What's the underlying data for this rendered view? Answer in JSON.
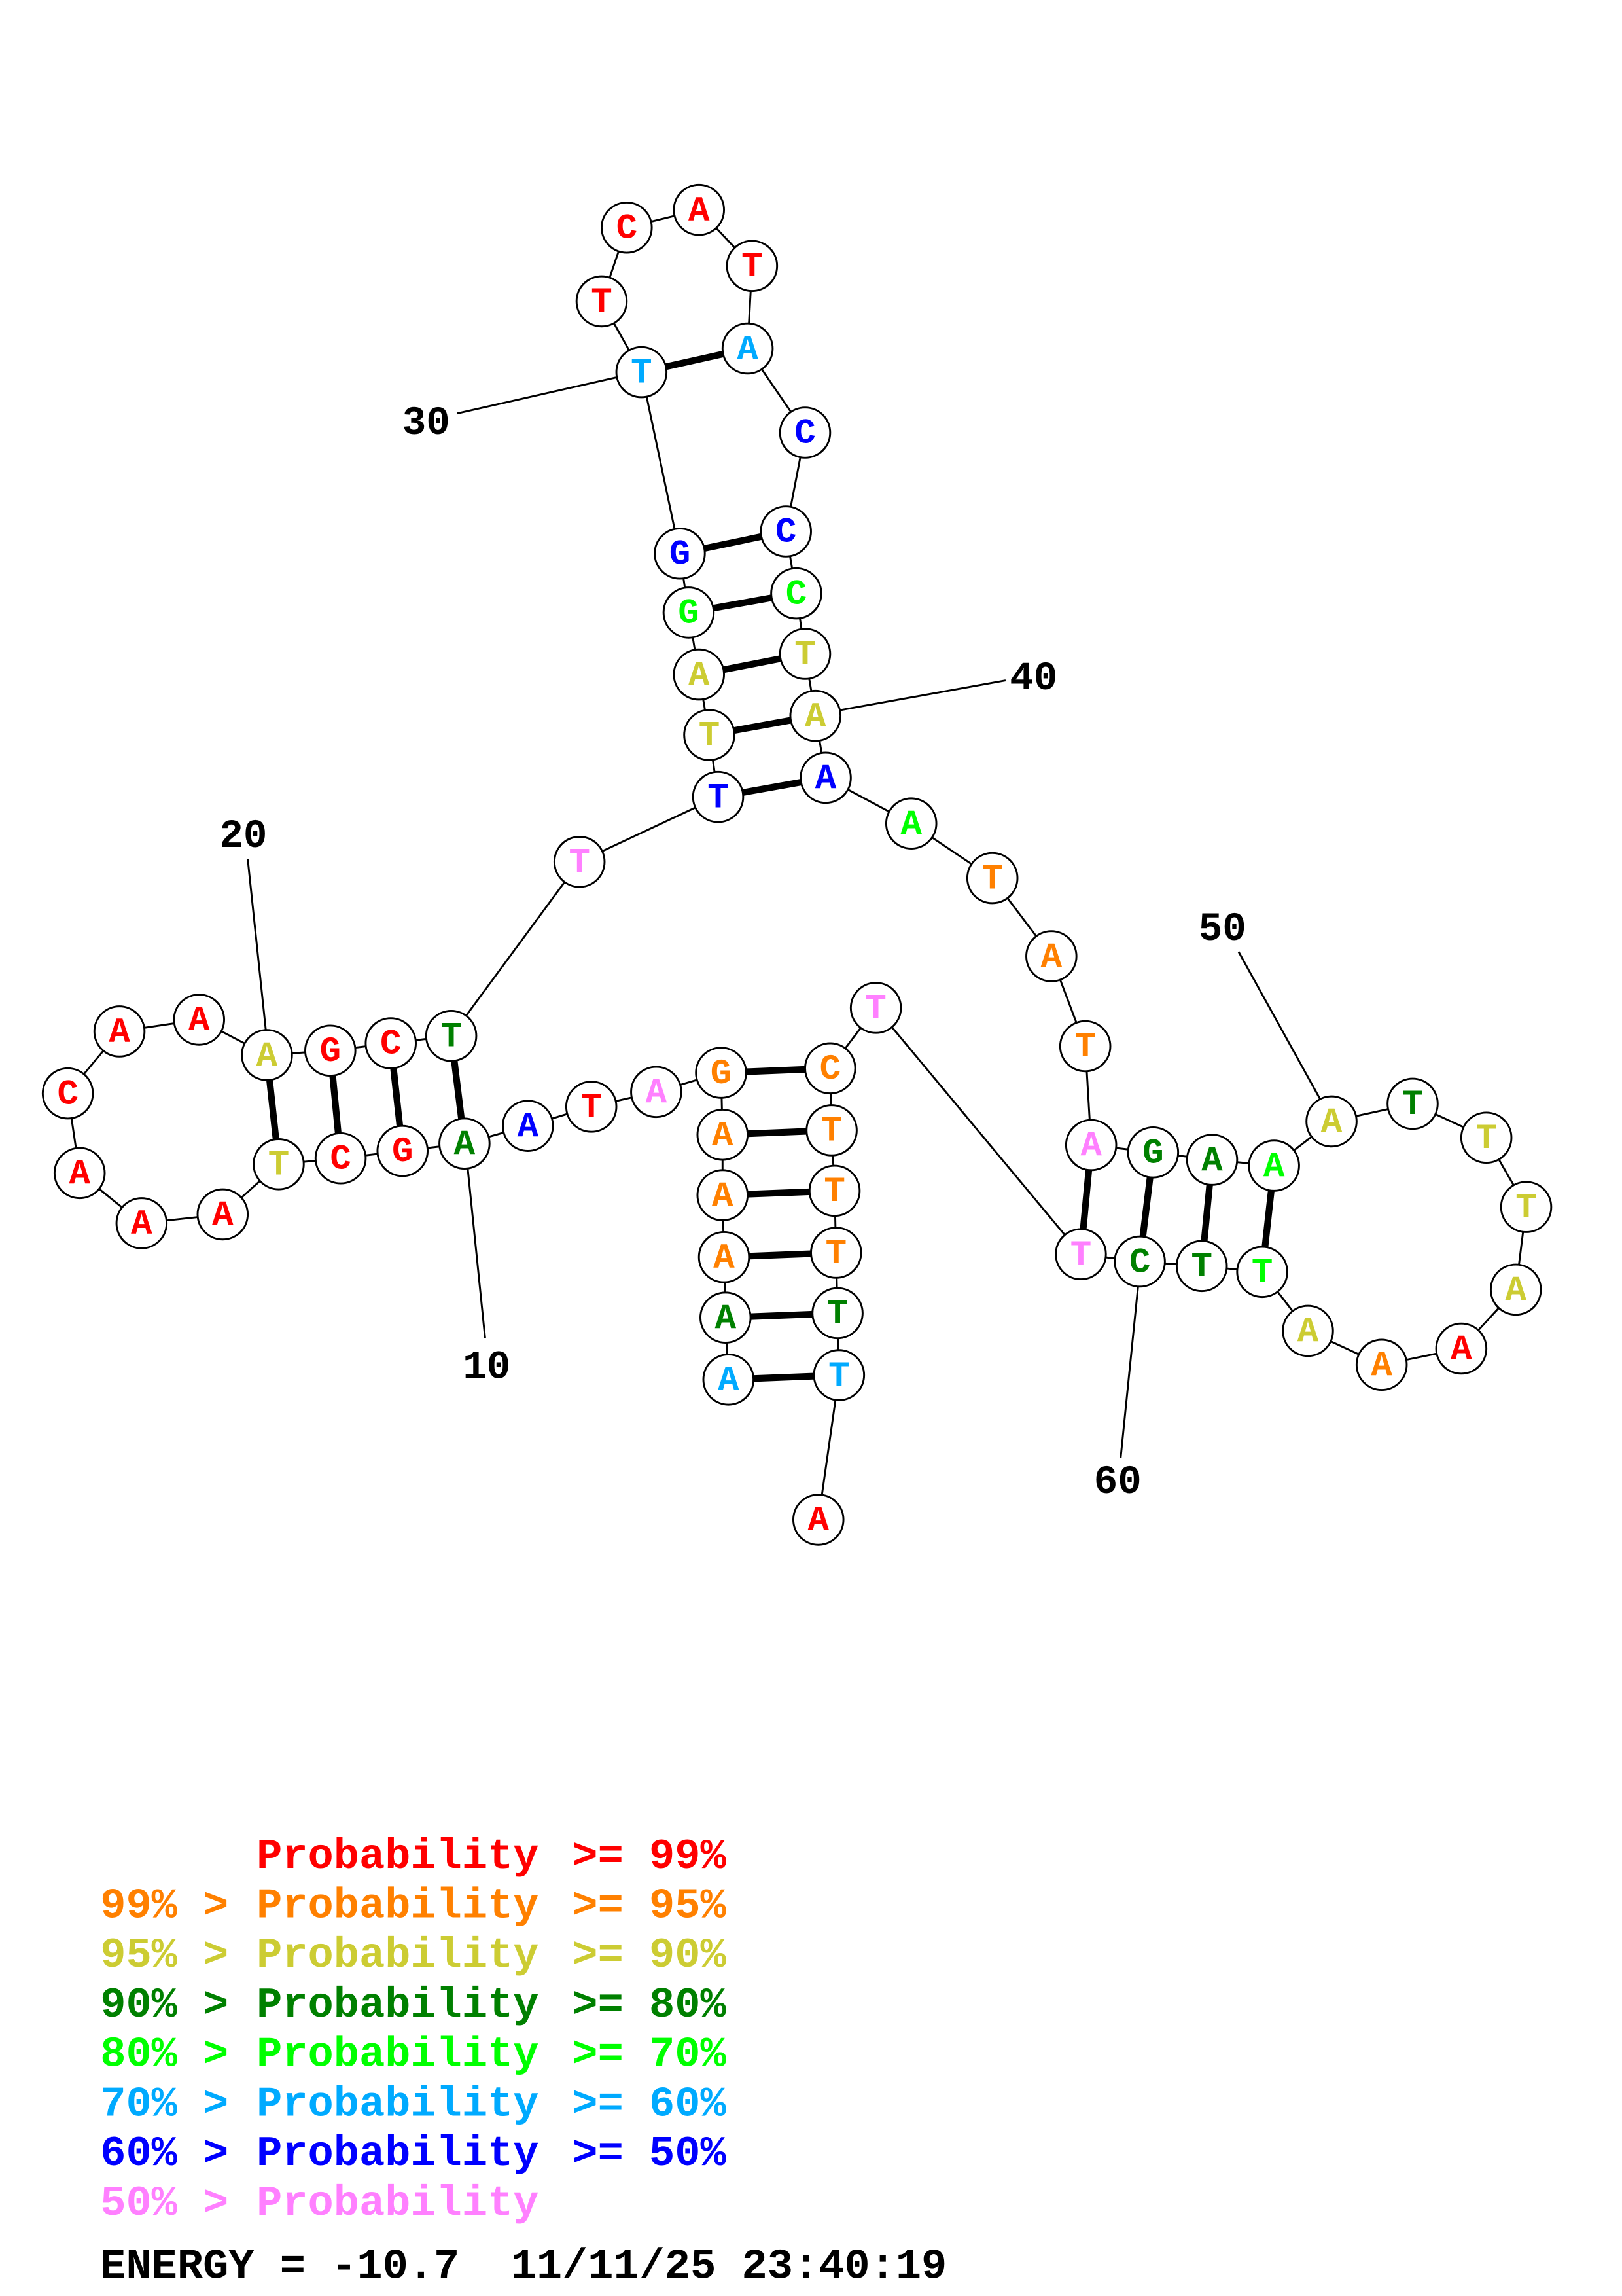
{
  "title": "RNA secondary structure",
  "colors": {
    "p99": "#ff0000",
    "p95": "#ff8000",
    "p90": "#cccc33",
    "p80": "#008000",
    "p70": "#00ff00",
    "p60": "#00aaff",
    "p50": "#0000ff",
    "plow": "#ff80ff"
  },
  "sequence": [
    {
      "base": "A",
      "cls": "p60"
    },
    {
      "base": "A",
      "cls": "p80"
    },
    {
      "base": "A",
      "cls": "p95"
    },
    {
      "base": "A",
      "cls": "p95"
    },
    {
      "base": "A",
      "cls": "p95"
    },
    {
      "base": "G",
      "cls": "p95"
    },
    {
      "base": "A",
      "cls": "plow"
    },
    {
      "base": "T",
      "cls": "p99"
    },
    {
      "base": "A",
      "cls": "p50"
    },
    {
      "base": "A",
      "cls": "p80"
    },
    {
      "base": "G",
      "cls": "p99"
    },
    {
      "base": "C",
      "cls": "p99"
    },
    {
      "base": "T",
      "cls": "p90"
    },
    {
      "base": "A",
      "cls": "p99"
    },
    {
      "base": "A",
      "cls": "p99"
    },
    {
      "base": "A",
      "cls": "p99"
    },
    {
      "base": "C",
      "cls": "p99"
    },
    {
      "base": "A",
      "cls": "p99"
    },
    {
      "base": "A",
      "cls": "p99"
    },
    {
      "base": "A",
      "cls": "p90"
    },
    {
      "base": "G",
      "cls": "p99"
    },
    {
      "base": "C",
      "cls": "p99"
    },
    {
      "base": "T",
      "cls": "p80"
    },
    {
      "base": "T",
      "cls": "plow"
    },
    {
      "base": "T",
      "cls": "p50"
    },
    {
      "base": "T",
      "cls": "p90"
    },
    {
      "base": "A",
      "cls": "p90"
    },
    {
      "base": "G",
      "cls": "p70"
    },
    {
      "base": "G",
      "cls": "p50"
    },
    {
      "base": "T",
      "cls": "p60"
    },
    {
      "base": "T",
      "cls": "p99"
    },
    {
      "base": "C",
      "cls": "p99"
    },
    {
      "base": "A",
      "cls": "p99"
    },
    {
      "base": "T",
      "cls": "p99"
    },
    {
      "base": "A",
      "cls": "p60"
    },
    {
      "base": "C",
      "cls": "p50"
    },
    {
      "base": "C",
      "cls": "p50"
    },
    {
      "base": "C",
      "cls": "p70"
    },
    {
      "base": "T",
      "cls": "p90"
    },
    {
      "base": "A",
      "cls": "p90"
    },
    {
      "base": "A",
      "cls": "p50"
    },
    {
      "base": "A",
      "cls": "p70"
    },
    {
      "base": "T",
      "cls": "p95"
    },
    {
      "base": "A",
      "cls": "p95"
    },
    {
      "base": "T",
      "cls": "p95"
    },
    {
      "base": "A",
      "cls": "plow"
    },
    {
      "base": "G",
      "cls": "p80"
    },
    {
      "base": "A",
      "cls": "p80"
    },
    {
      "base": "A",
      "cls": "p70"
    },
    {
      "base": "A",
      "cls": "p90"
    },
    {
      "base": "T",
      "cls": "p80"
    },
    {
      "base": "T",
      "cls": "p90"
    },
    {
      "base": "T",
      "cls": "p90"
    },
    {
      "base": "A",
      "cls": "p90"
    },
    {
      "base": "A",
      "cls": "p99"
    },
    {
      "base": "A",
      "cls": "p95"
    },
    {
      "base": "A",
      "cls": "p90"
    },
    {
      "base": "T",
      "cls": "p70"
    },
    {
      "base": "T",
      "cls": "p80"
    },
    {
      "base": "C",
      "cls": "p80"
    },
    {
      "base": "T",
      "cls": "plow"
    },
    {
      "base": "T",
      "cls": "plow"
    },
    {
      "base": "C",
      "cls": "p95"
    },
    {
      "base": "T",
      "cls": "p95"
    },
    {
      "base": "T",
      "cls": "p95"
    },
    {
      "base": "T",
      "cls": "p95"
    },
    {
      "base": "T",
      "cls": "p80"
    },
    {
      "base": "T",
      "cls": "p60"
    },
    {
      "base": "A",
      "cls": "p99"
    }
  ],
  "pairs": [
    [
      1,
      68
    ],
    [
      2,
      67
    ],
    [
      3,
      66
    ],
    [
      4,
      65
    ],
    [
      5,
      64
    ],
    [
      6,
      63
    ],
    [
      10,
      23
    ],
    [
      11,
      22
    ],
    [
      12,
      21
    ],
    [
      13,
      20
    ],
    [
      25,
      41
    ],
    [
      26,
      40
    ],
    [
      27,
      39
    ],
    [
      28,
      38
    ],
    [
      29,
      37
    ],
    [
      30,
      35
    ],
    [
      46,
      61
    ],
    [
      47,
      60
    ],
    [
      48,
      59
    ],
    [
      49,
      58
    ]
  ],
  "position_labels": [
    "10",
    "20",
    "30",
    "40",
    "50",
    "60"
  ],
  "legend": [
    {
      "prefix": "",
      "label": "Probability",
      "suffix": ">= 99%",
      "cls": "p99"
    },
    {
      "prefix": "99% >",
      "label": "Probability",
      "suffix": ">= 95%",
      "cls": "p95"
    },
    {
      "prefix": "95% >",
      "label": "Probability",
      "suffix": ">= 90%",
      "cls": "p90"
    },
    {
      "prefix": "90% >",
      "label": "Probability",
      "suffix": ">= 80%",
      "cls": "p80"
    },
    {
      "prefix": "80% >",
      "label": "Probability",
      "suffix": ">= 70%",
      "cls": "p70"
    },
    {
      "prefix": "70% >",
      "label": "Probability",
      "suffix": ">= 60%",
      "cls": "p60"
    },
    {
      "prefix": "60% >",
      "label": "Probability",
      "suffix": ">= 50%",
      "cls": "p50"
    },
    {
      "prefix": "50% >",
      "label": "Probability",
      "suffix": "",
      "cls": "plow"
    }
  ],
  "footer": "ENERGY = -10.7  11/11/25 23:40:19"
}
